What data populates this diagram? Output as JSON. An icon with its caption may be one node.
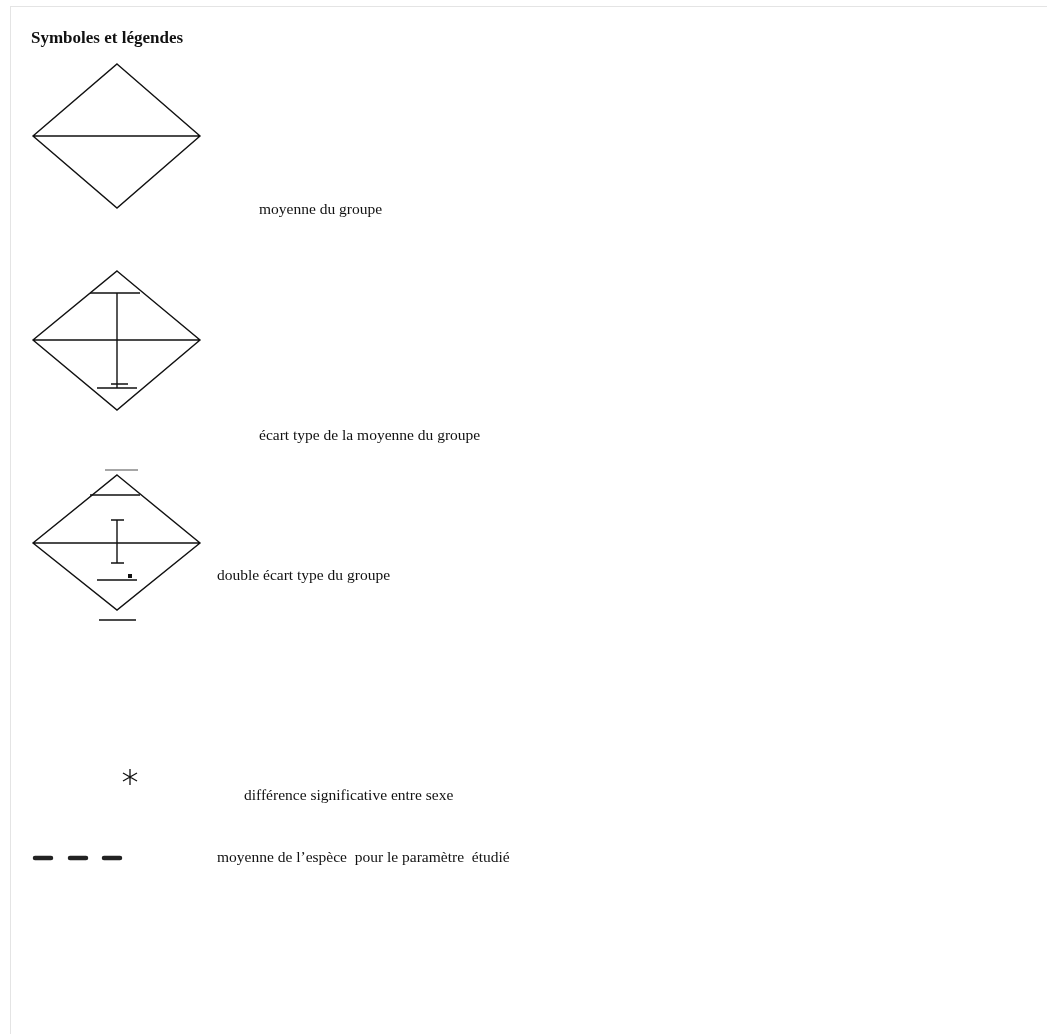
{
  "diagram": {
    "title": "Symboles et légendes",
    "legend": [
      {
        "text": "moyenne du groupe"
      },
      {
        "text": "écart type de la moyenne du groupe"
      },
      {
        "text": "double écart type du groupe"
      },
      {
        "text": "différence significative entre sexe"
      },
      {
        "text": "moyenne de l’espèce  pour le paramètre  étudié"
      }
    ]
  }
}
